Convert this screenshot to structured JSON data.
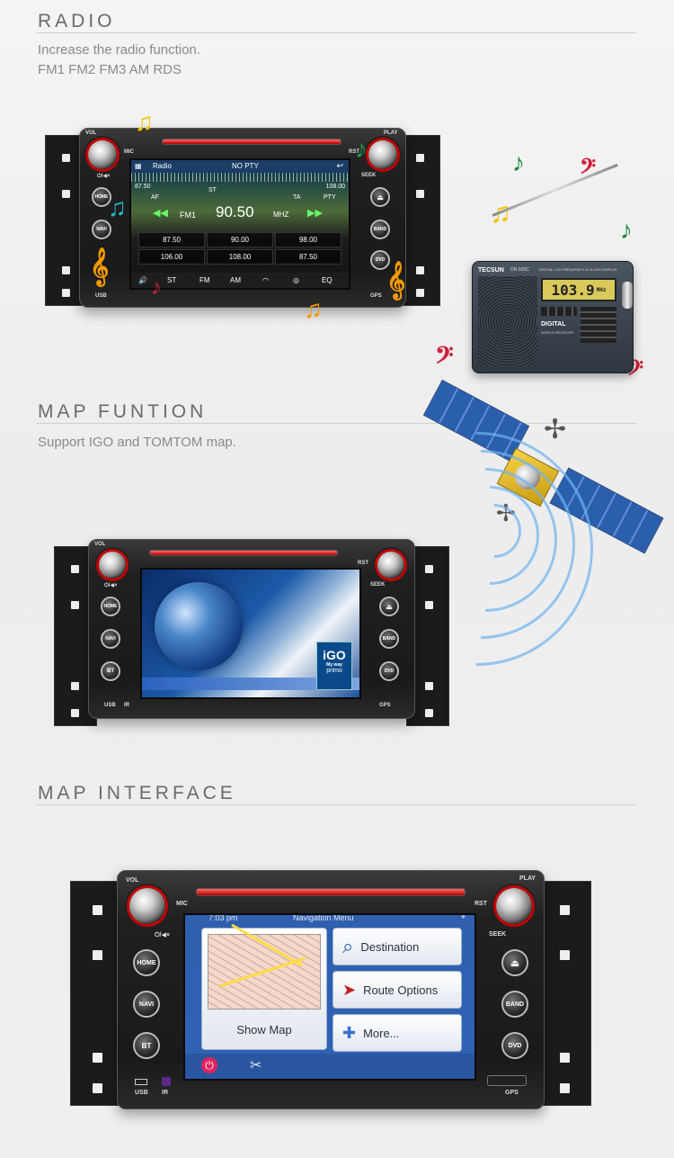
{
  "sections": {
    "radio": {
      "title": "RADIO",
      "desc_line1": "Increase the radio function.",
      "desc_line2": "FM1 FM2  FM3  AM  RDS"
    },
    "map": {
      "title": "MAP FUNTION",
      "desc": "Support  IGO and TOMTOM map."
    },
    "interface": {
      "title": "MAP INTERFACE"
    }
  },
  "unit_labels": {
    "vol": "VOL",
    "play": "PLAY",
    "mic": "MIC",
    "rst": "RST",
    "power": "⏻/◀×",
    "seek": "SEEK",
    "home": "HOME",
    "navi": "NAVI",
    "bt": "BT",
    "eject": "⏏",
    "band": "BAND",
    "dvd": "DVD",
    "usb": "USB",
    "ir": "IR",
    "gps": "GPS"
  },
  "radio_screen": {
    "header_title": "Radio",
    "header_pty": "NO PTY",
    "scale_low": "87.50",
    "scale_high": "108.00",
    "af": "AF",
    "st": "ST",
    "ta": "TA",
    "pty": "PTY",
    "band": "FM1",
    "frequency": "90.50",
    "unit": "MHZ",
    "presets": [
      "87.50",
      "90.00",
      "98.00",
      "106.00",
      "108.00",
      "87.50"
    ],
    "bottom_bar": [
      "ST",
      "FM",
      "AM",
      "EQ"
    ]
  },
  "portable_radio": {
    "brand": "TECSUN",
    "model": "DR-920C",
    "display_text": "DIGITAL LCD FREQUENCY & CLOCK DISPLAY",
    "lcd": "103.9",
    "lcd_unit": "MHz",
    "digital_label": "DIGITAL",
    "receiver_label": "WORLD RECEIVER"
  },
  "igo_screen": {
    "logo": "iGO",
    "tag": "My way",
    "sub": "primo"
  },
  "nav_screen": {
    "time": "7:03 pm",
    "title": "Navigation Menu",
    "show_map": "Show Map",
    "destination": "Destination",
    "route_options": "Route Options",
    "more": "More..."
  },
  "colors": {
    "accent_red": "#c40000",
    "nav_blue": "#2f63b6",
    "wave_blue": "#6fb4ef"
  }
}
